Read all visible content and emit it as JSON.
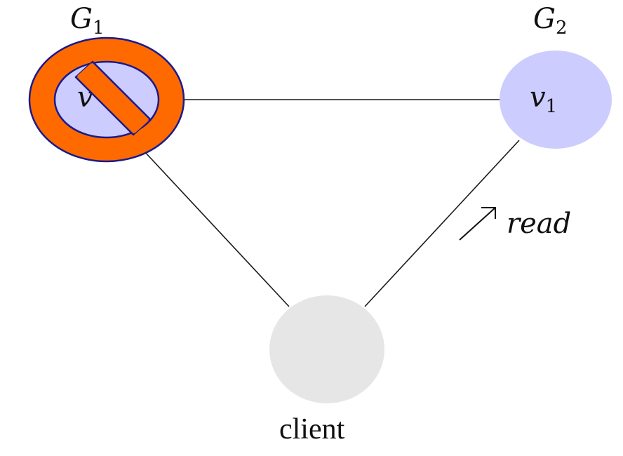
{
  "groups": {
    "g1": {
      "letter": "G",
      "sub": "1"
    },
    "g2": {
      "letter": "G",
      "sub": "2"
    }
  },
  "nodes": {
    "v1": {
      "letter": "v",
      "sub": "1",
      "color": "#ccccff"
    },
    "failed": {
      "letter": "v",
      "color": "#ccccff"
    },
    "client": {
      "label": "client",
      "color": "#e6e6e6"
    }
  },
  "operation": {
    "arrow": "↗",
    "label": "read"
  },
  "no_symbol": {
    "icon": "prohibited-icon",
    "fill": "#ff6a00",
    "outline": "#1a1a8c"
  },
  "edge_color": "#1a1a1a"
}
